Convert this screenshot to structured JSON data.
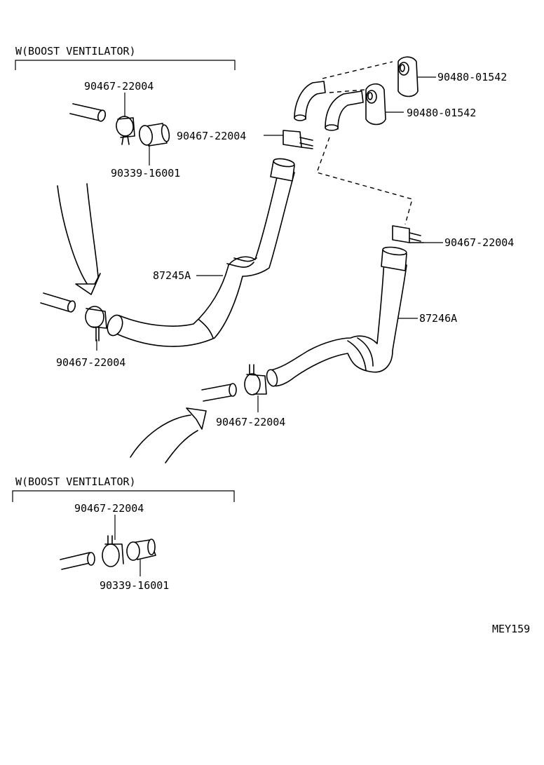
{
  "diagram": {
    "code": "MEY159",
    "insets": [
      {
        "title": "W(BOOST VENTILATOR)",
        "clamp_part": "90467-22004",
        "hose_part": "90339-16001"
      },
      {
        "title": "W(BOOST VENTILATOR)",
        "clamp_part": "90467-22004",
        "hose_part": "90339-16001"
      }
    ],
    "callouts": {
      "grommet_upper": "90480-01542",
      "grommet_lower": "90480-01542",
      "clamp_top": "90467-22004",
      "clamp_right": "90467-22004",
      "hose_left": "87245A",
      "hose_right": "87246A",
      "clamp_left_bottom": "90467-22004",
      "clamp_right_bottom": "90467-22004"
    }
  }
}
